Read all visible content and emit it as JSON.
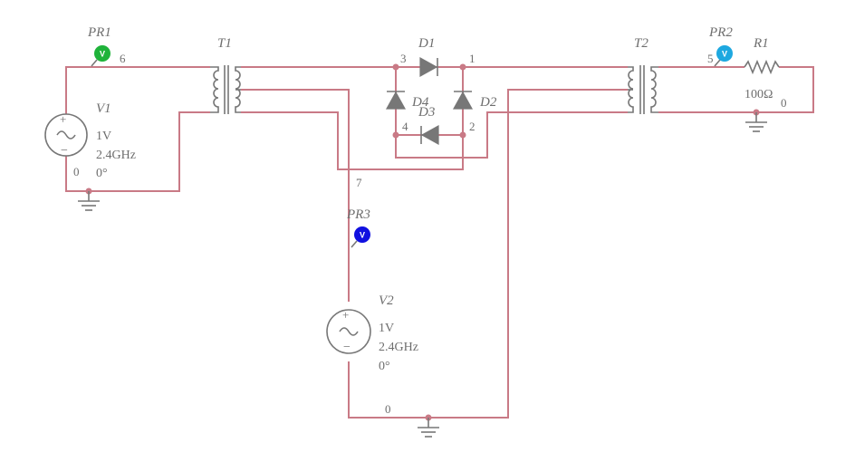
{
  "sources": {
    "v1": {
      "ref": "V1",
      "voltage": "1V",
      "frequency": "2.4GHz",
      "phase": "0°"
    },
    "v2": {
      "ref": "V2",
      "voltage": "1V",
      "frequency": "2.4GHz",
      "phase": "0°"
    }
  },
  "transformers": {
    "t1": "T1",
    "t2": "T2"
  },
  "diodes": {
    "d1": "D1",
    "d2": "D2",
    "d3": "D3",
    "d4": "D4"
  },
  "resistor": {
    "ref": "R1",
    "value": "100Ω"
  },
  "probes": {
    "pr1": {
      "ref": "PR1",
      "letter": "V",
      "color": "#1fb33a"
    },
    "pr2": {
      "ref": "PR2",
      "letter": "V",
      "color": "#1ea8e0"
    },
    "pr3": {
      "ref": "PR3",
      "letter": "V",
      "color": "#1010e0"
    }
  },
  "nodes": {
    "n6": "6",
    "n0_v1": "0",
    "n3": "3",
    "n1": "1",
    "n4": "4",
    "n2": "2",
    "n7": "7",
    "n5": "5",
    "n0_r1": "0",
    "n0_v2": "0"
  },
  "colors": {
    "wire": "#c97a86",
    "component": "#777777"
  }
}
